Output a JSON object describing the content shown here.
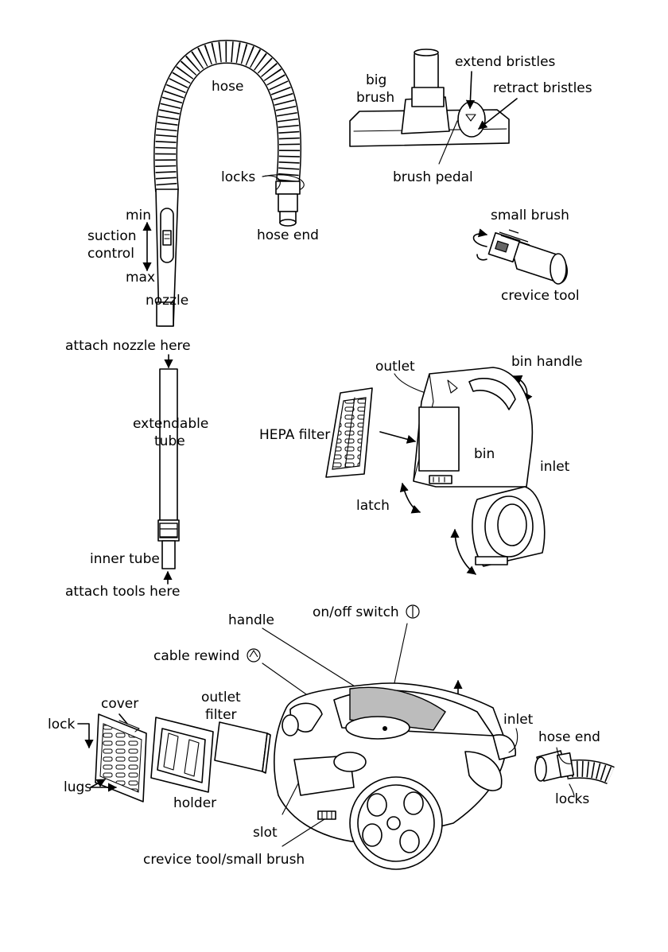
{
  "labels": {
    "hose": "hose",
    "locks_top": "locks",
    "hose_end_top": "hose end",
    "min": "min",
    "suction": "suction",
    "control": "control",
    "max": "max",
    "nozzle": "nozzle",
    "attach_nozzle": "attach nozzle here",
    "extendable": "extendable",
    "tube": "tube",
    "inner_tube": "inner tube",
    "attach_tools": "attach tools here",
    "big": "big",
    "brush": "brush",
    "extend_bristles": "extend bristles",
    "retract_bristles": "retract bristles",
    "brush_pedal": "brush pedal",
    "small_brush": "small brush",
    "crevice_tool": "crevice tool",
    "outlet": "outlet",
    "bin_handle": "bin handle",
    "hepa_filter": "HEPA filter",
    "bin": "bin",
    "inlet_bin": "inlet",
    "latch": "latch",
    "handle": "handle",
    "on_off_switch": "on/off switch",
    "cable_rewind": "cable rewind",
    "cover": "cover",
    "outlet_filter_1": "outlet",
    "outlet_filter_2": "filter",
    "lock": "lock",
    "lugs": "lugs",
    "holder": "holder",
    "slot": "slot",
    "crevice_small_brush": "crevice tool/small brush",
    "inlet_body": "inlet",
    "hose_end_body": "hose end",
    "locks_body": "locks"
  },
  "icons": [
    "power-symbol-icon",
    "cable-rewind-symbol-icon"
  ]
}
